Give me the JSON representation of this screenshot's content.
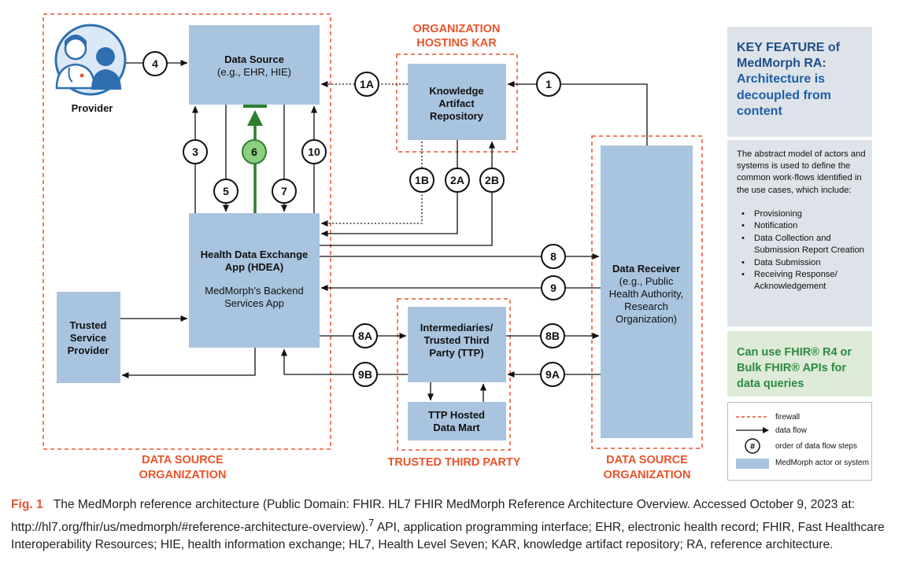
{
  "nodes": {
    "data_source": {
      "title": "Data Source",
      "subtitle": "(e.g., EHR, HIE)"
    },
    "kar": {
      "line1": "Knowledge",
      "line2": "Artifact",
      "line3": "Repository"
    },
    "hdea": {
      "line1": "Health Data Exchange",
      "line2": "App (HDEA)",
      "line3": "MedMorph’s Backend",
      "line4": "Services App"
    },
    "tsp": {
      "line1": "Trusted",
      "line2": "Service",
      "line3": "Provider"
    },
    "ttp": {
      "line1": "Intermediaries/",
      "line2": "Trusted Third",
      "line3": "Party (TTP)"
    },
    "mart": {
      "line1": "TTP Hosted",
      "line2": "Data Mart"
    },
    "receiver": {
      "line1": "Data Receiver",
      "line2": "(e.g., Public",
      "line3": "Health Authority,",
      "line4": "Research",
      "line5": "Organization)"
    },
    "provider": {
      "label": "Provider"
    }
  },
  "orgs": {
    "hosting_kar": {
      "line1": "ORGANIZATION",
      "line2": "HOSTING  KAR"
    },
    "data_source": {
      "line1": "DATA SOURCE",
      "line2": "ORGANIZATION"
    },
    "ttp": {
      "line1": "TRUSTED THIRD PARTY"
    },
    "receiver": {
      "line1": "DATA SOURCE",
      "line2": "ORGANIZATION"
    }
  },
  "steps": {
    "s1": "1",
    "s1a": "1A",
    "s1b": "1B",
    "s2a": "2A",
    "s2b": "2B",
    "s3": "3",
    "s4": "4",
    "s5": "5",
    "s6": "6",
    "s7": "7",
    "s8": "8",
    "s8a": "8A",
    "s8b": "8B",
    "s9": "9",
    "s9a": "9A",
    "s9b": "9B",
    "s10": "10"
  },
  "key_feature": {
    "title": "KEY FEATURE of MedMorph RA:",
    "text": "Architecture is decoupled from content"
  },
  "abstract": {
    "intro": "The abstract model of actors and systems is used to define the common work-flows identified in the use cases, which include:",
    "items": [
      "Provisioning",
      "Notification",
      "Data Collection and Submission Report Creation",
      "Data Submission",
      "Receiving Response/ Acknowledgement"
    ]
  },
  "fhir_note": {
    "text": "Can use FHIR® R4 or Bulk FHIR® APIs for data queries"
  },
  "legend": {
    "firewall": "firewall",
    "data_flow": "data flow",
    "order_symbol": "#",
    "order": "order of data flow steps",
    "actor": "MedMorph actor or system"
  },
  "caption": {
    "label": "Fig. 1",
    "text": "The MedMorph reference architecture (Public Domain: FHIR. HL7 FHIR MedMorph Reference Architecture Overview. Accessed October 9, 2023 at: http://hl7.org/fhir/us/medmorph/#reference-architecture-overview).",
    "ref": "7",
    "text2": " API, application programming interface; EHR, electronic health record; FHIR, Fast Healthcare Interoperability Resources; HIE, health information exchange; HL7, Health Level Seven; KAR, knowledge artifact repository; RA, reference architecture."
  },
  "colors": {
    "box_fill": "#a9c4de",
    "firewall": "#e8542b",
    "step6": "#8ccf7e",
    "step6_arrow": "#2e7d32",
    "key_title": "#1f4e8c",
    "fhir_text": "#2e8b3e"
  }
}
